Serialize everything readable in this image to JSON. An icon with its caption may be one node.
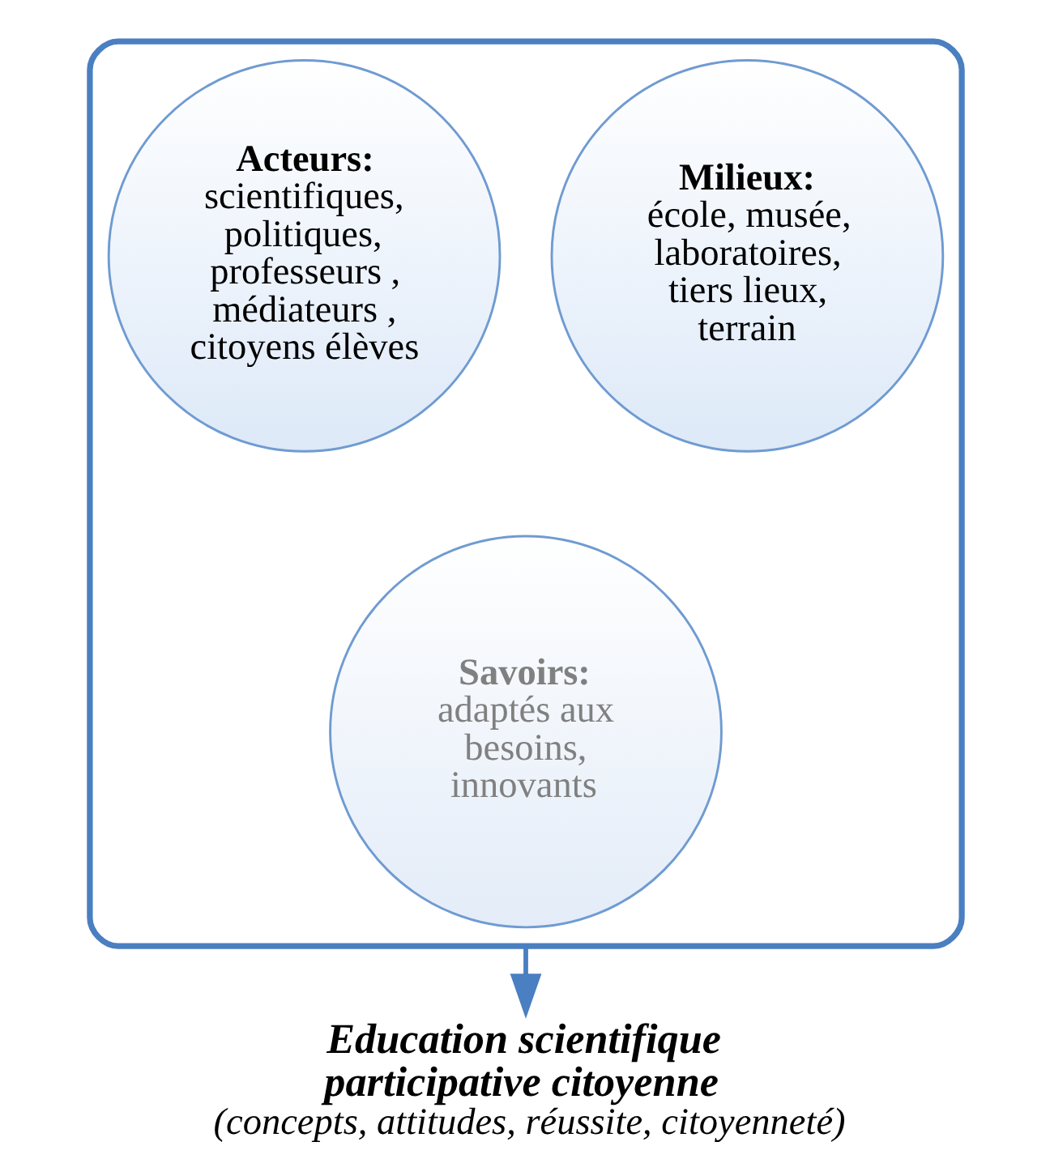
{
  "diagram": {
    "nodes": [
      {
        "text": [],
        "shape": "funnel"
      },
      {
        "text": [
          "Acteurs:",
          "scientifiques, politiques, professeurs , médiateurs , citoyens élèves"
        ],
        "in": 0
      },
      {
        "text": [
          "Milieux:",
          "école, musée, laboratoires, tiers lieux, terrain"
        ],
        "in": 0
      },
      {
        "text": [
          "Savoirs:",
          "adaptés aux besoins, innovants"
        ],
        "in": 0
      },
      {
        "text": [
          "Education scientifique participative citoyenne",
          "(concepts, attitudes, réussite, citoyenneté)"
        ]
      }
    ],
    "edges": [
      {
        "from": 0,
        "to": 4,
        "arrow": "to"
      }
    ]
  }
}
